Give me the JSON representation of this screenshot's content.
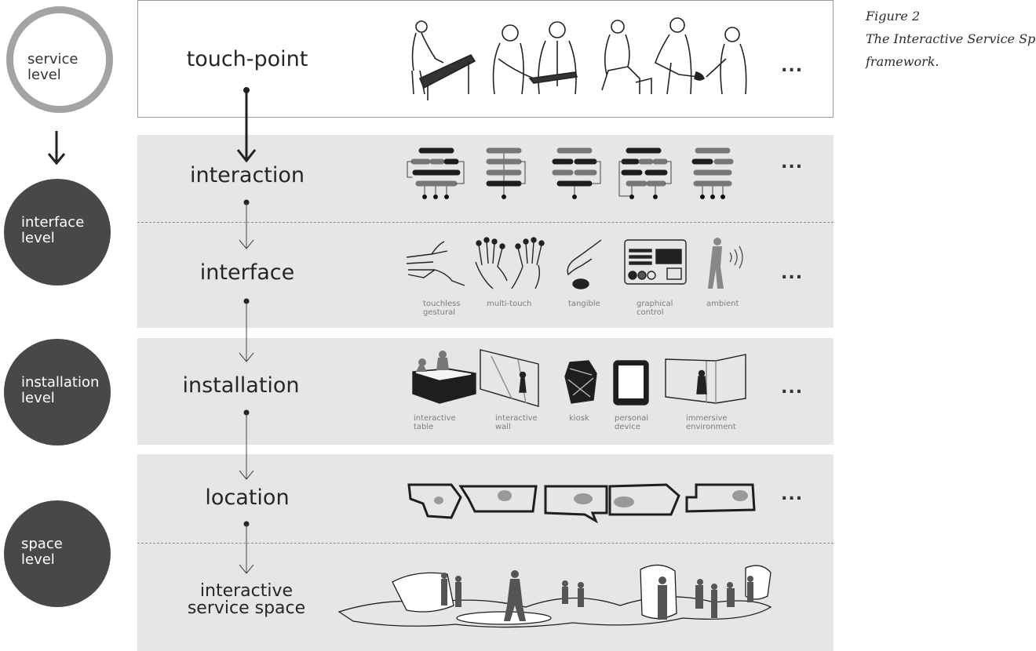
{
  "figure": {
    "number": "Figure 2",
    "caption_line1": "The Interactive Service Space",
    "caption_line2": "framework."
  },
  "levels": {
    "service": "service\nlevel",
    "interface": "interface\nlevel",
    "installation": "installation\nlevel",
    "space": "space\nlevel"
  },
  "layers": {
    "touch_point": "touch-point",
    "interaction": "interaction",
    "interface": "interface",
    "installation": "installation",
    "location": "location",
    "interactive_service_space": "interactive\nservice space"
  },
  "interface_captions": [
    "touchless\ngestural",
    "multi-touch",
    "tangible",
    "graphical\ncontrol",
    "ambient"
  ],
  "installation_captions": [
    "interactive\ntable",
    "interactive\nwall",
    "kiosk",
    "personal\ndevice",
    "immersive\nenvironment"
  ],
  "ellipsis": "...",
  "colors": {
    "panel": "#e6e6e8",
    "dark_circle": "#48484a",
    "ring": "#a3a3a3",
    "caption": "#7d7d7d"
  }
}
